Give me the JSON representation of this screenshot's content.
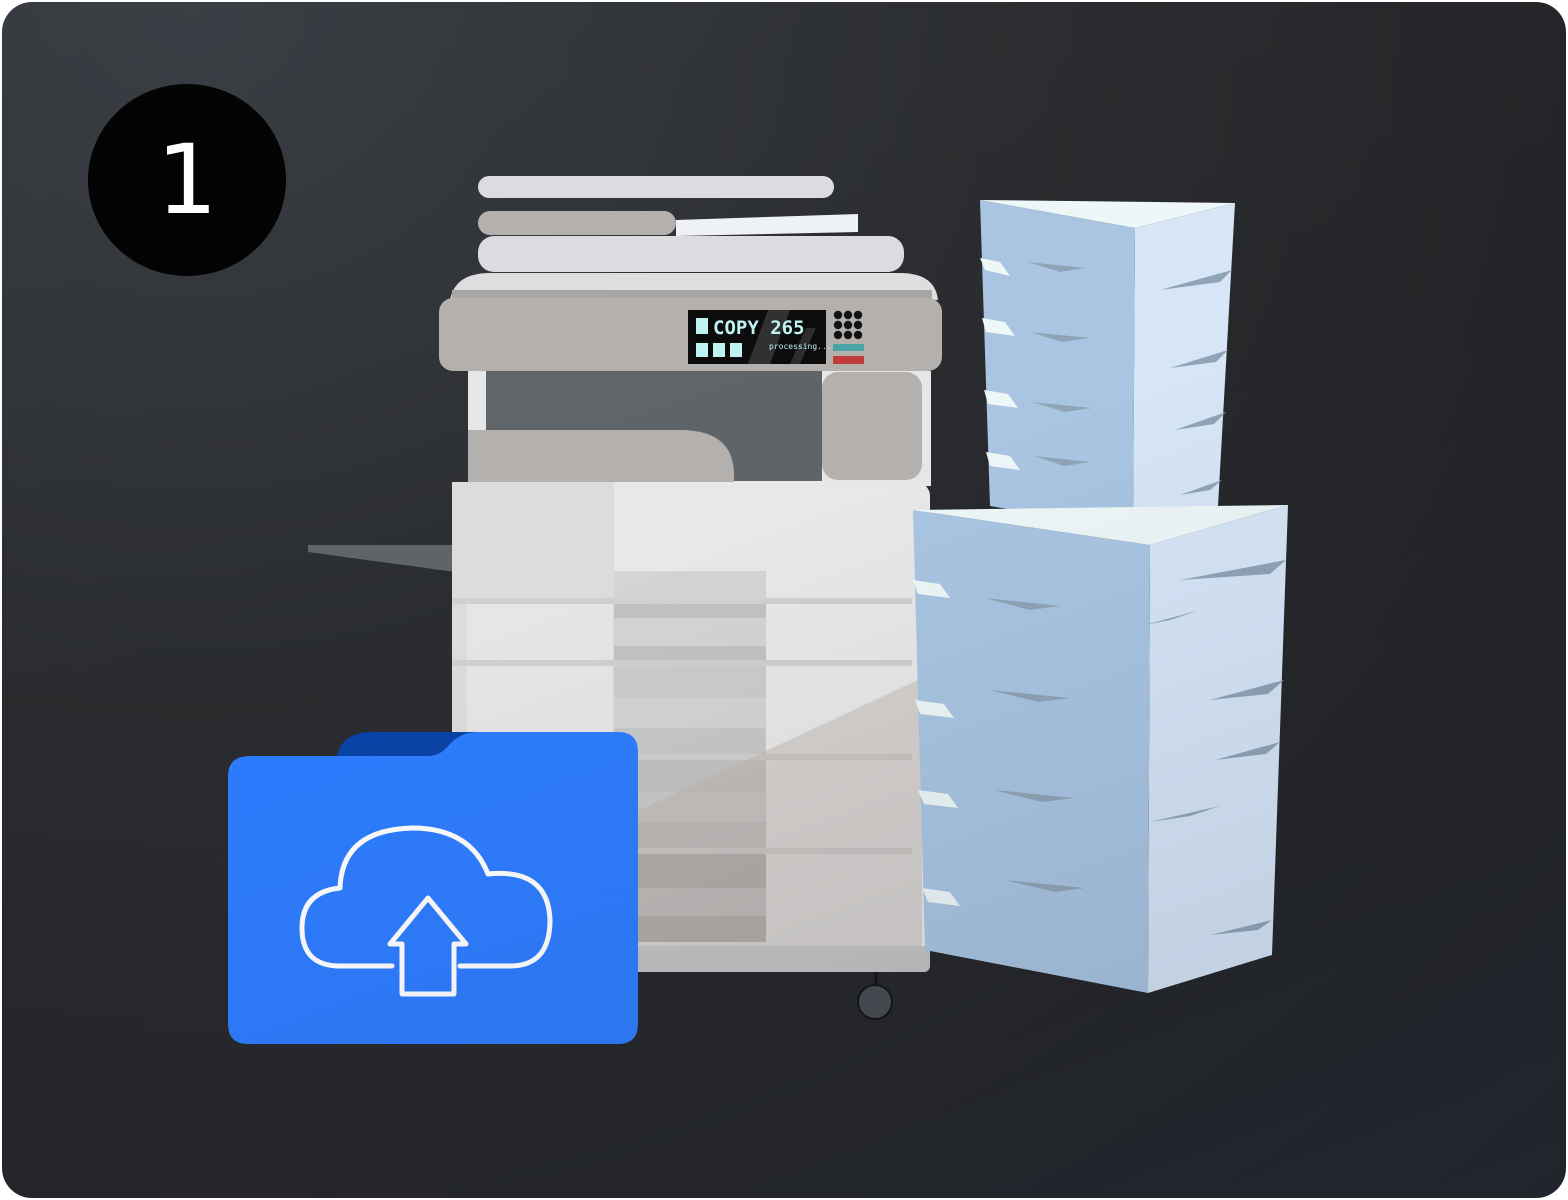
{
  "step": {
    "number": "1"
  },
  "copier": {
    "display_title": "COPY 265",
    "display_status": "processing..."
  },
  "icons": {
    "folder": "folder-icon",
    "upload": "cloud-upload-icon",
    "copier": "photocopier-illustration",
    "paper": "paper-stack-illustration"
  },
  "colors": {
    "background": "#2a2c2f",
    "badge": "#000000",
    "folder": "#2d7cff",
    "folder_tab": "#0a43a8",
    "paper_front": "#a9c5e2",
    "paper_side": "#d6e6f7",
    "copier_body": "#e6e6e6"
  }
}
